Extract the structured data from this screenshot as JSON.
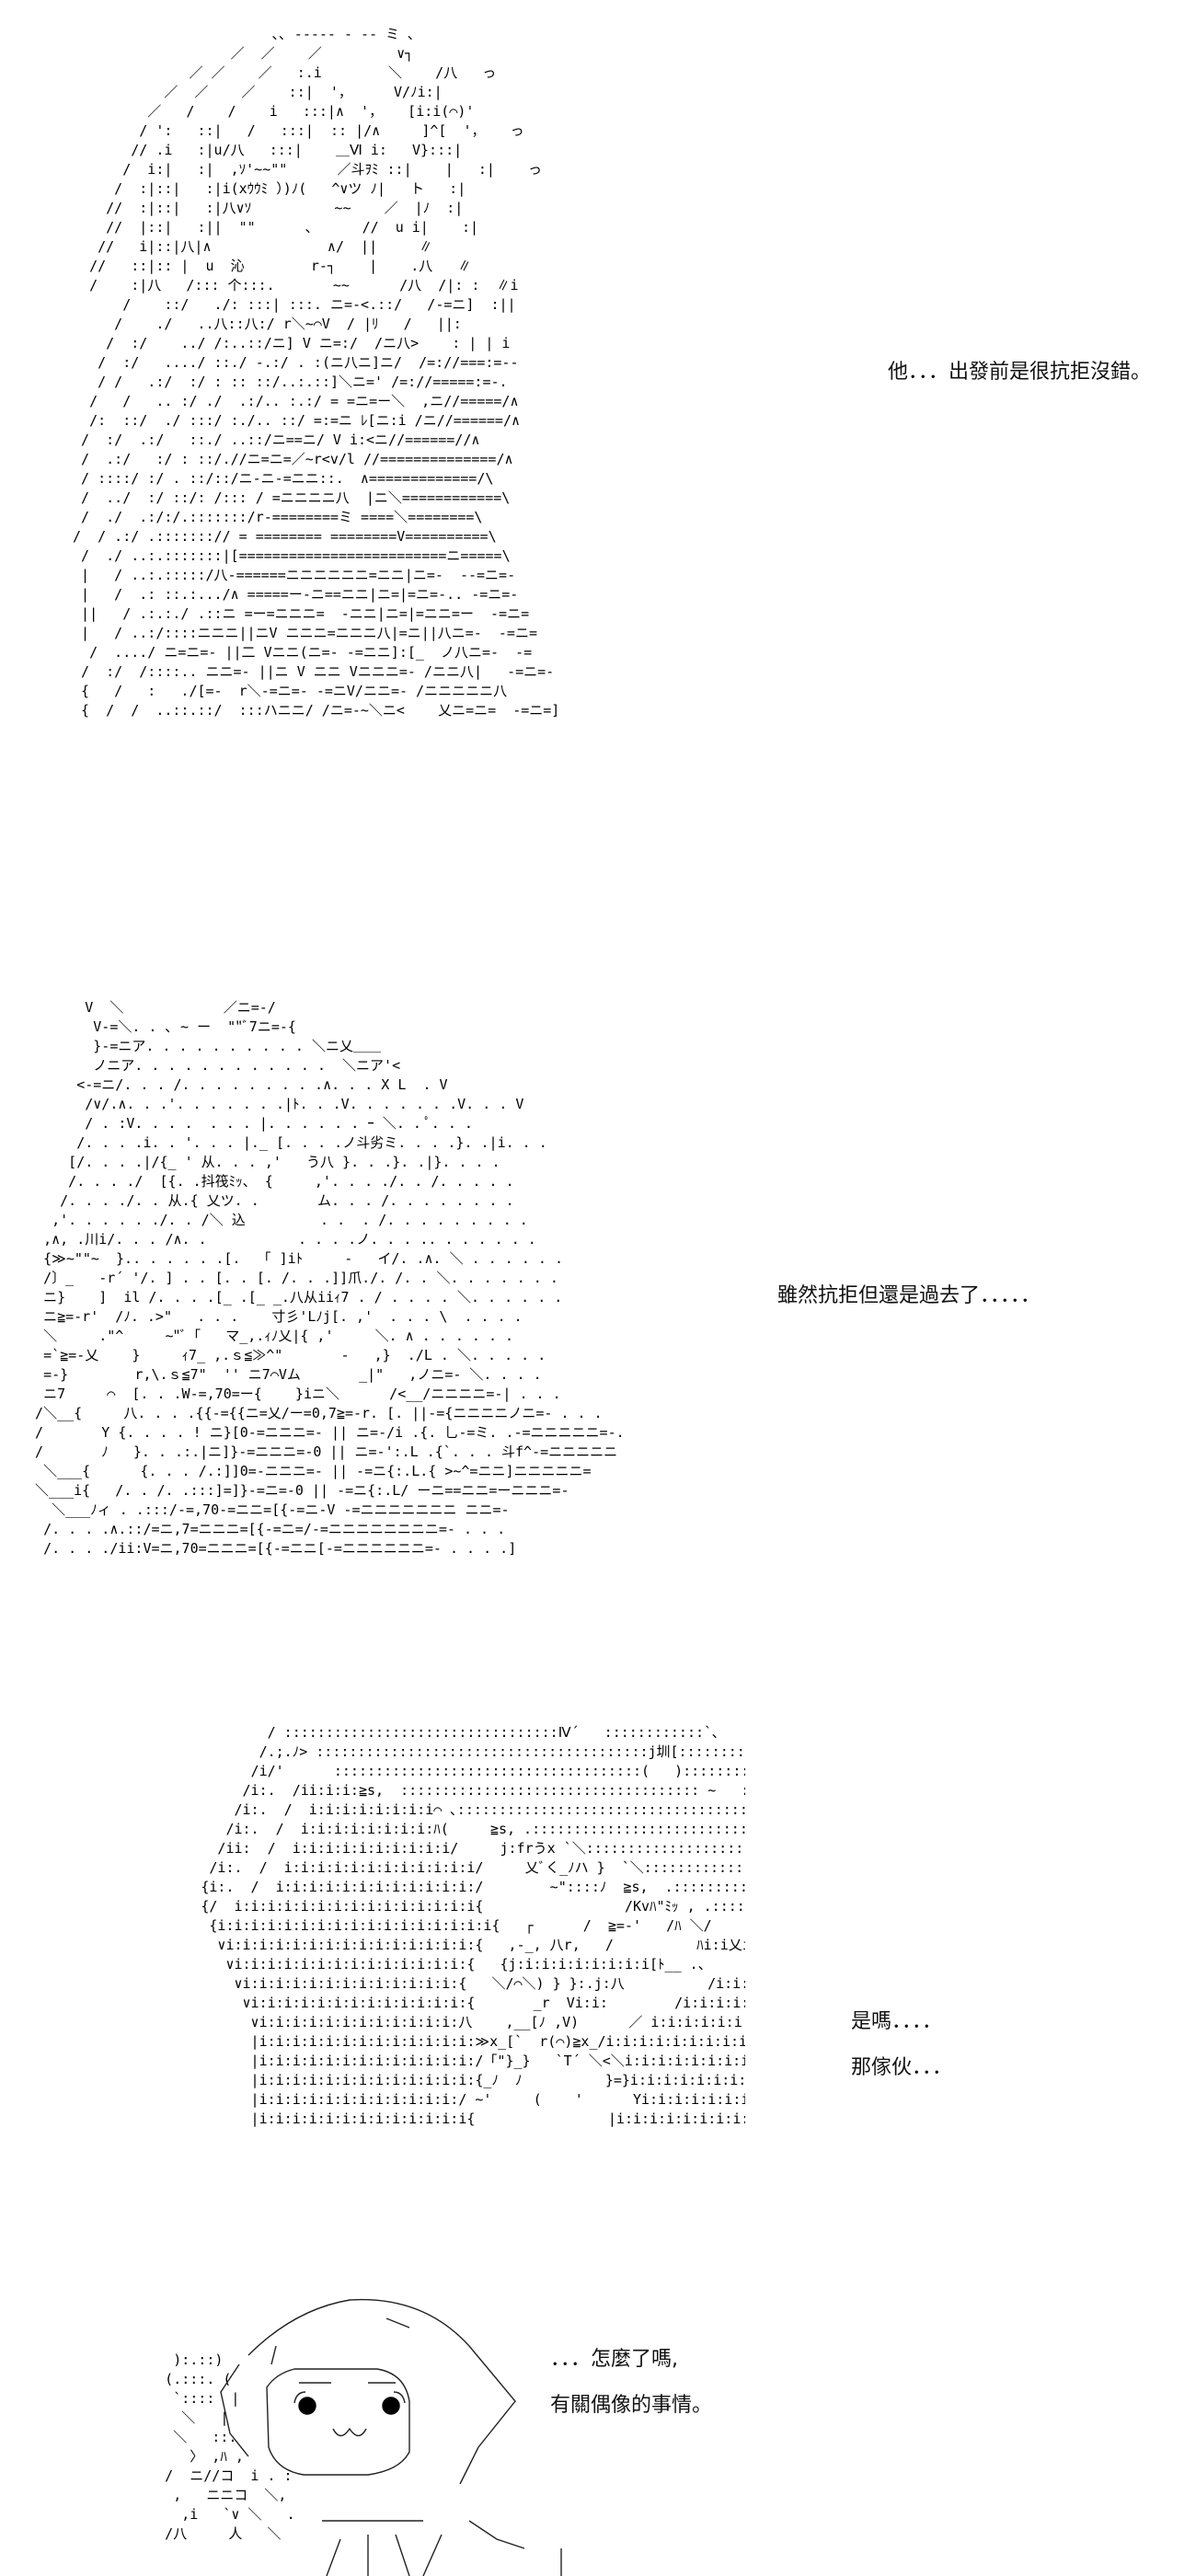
{
  "panels": [
    {
      "id": "panel-1",
      "dialogue": [
        "他．．．出發前是很抗拒沒錯。"
      ],
      "art_lines": [
        "                         ､､ -‐‐‐‐ ‐ ‐- ミ ､",
        "                    ／  ／    ／         ∨┐",
        "               ／ ／    ／   :.i        ＼    /八   っ",
        "            ／  ／    ／    ::|  '，     V/ﾉi:|",
        "          ／   /    /    i   :::|∧  '，   [i:i(⌒)'",
        "         / ':   ::|   /   :::|  :: |/∧     ]^[  '，   っ",
        "        // .i   :|u/八   :::|    ＿Ⅵ i:   V}:::|",
        "       /  i:|   :|  ,ｿ'~~\"\"      ／斗ｦﾐ ::|    |   :|    っ",
        "      /  :|::|   :|i(xｳｳﾐ ）)ﾉ(   ^∨ツ ﾉ|   ト   :|",
        "     //  :|::|   :|八∨ｿ          ~~    ／  |ﾉ  :|",
        "     //  |::|   :||  \"\"      ､      //  u i|    :|",
        "    //   i|::|八|∧              ∧/  ||     ∥",
        "   //   ::|:: |  u  沁        r‐┐    |    .八   ∥",
        "   /    :|八   /::: 个:::.       ~~      /八  /|: :  ∥i",
        "       /    ::/   ./: :::| :::. ニ=-<.::/   /-=ニ]  :||",
        "      /    ./   ..八::八:/ r＼~⌒V  / |ﾘ   /   ||:",
        "     /  :/    ../ /:..::/ニ] V ニ=:/  /ニ八>    : | | i",
        "    /  :/   ..../ ::./ -.:/ . :(ニ八ニ]ニ/  /=://===:=--",
        "    / /   .:/  :/ : :: ::/..:.::]＼ニ=' /=://=====:=-.",
        "   /   /   .. :/ ./  .:/.. :.:/ = =ニ=ー＼  ,ニ//=====/∧",
        "   /:  ::/  ./ :::/ :./.. ::/ =:=ニ ﾚ[ニ:i /ニ//======/∧",
        "  /  :/  .:/   ::./ ..::/ニ==ニ/ V i:<ニ//======//∧",
        "  /  .:/   :/ : ::/.//ニ=ニ=／~r<v/l //==============/∧",
        "  / ::::/ :/ . ::/::/ニ-ニ-=ニニ::.  ∧=============/\\",
        "  /  ../  :/ ::/: /::: / =ニニニニ八  |ニ＼============\\",
        "  /  ./  .:/:/.:::::::/r‐========ミ ====＼========\\",
        " /  / .:/ .:::::::// = ======== ========V==========\\",
        "  /  ./ ..:.:::::::|[=========================ニ=====\\",
        "  |   / ..:.:::::/八-======ニニニニニニ=ニニ|ニ=-  --=ニ=-",
        "  |   /  .: ::.:.../∧ =====ー-ニ==ニニ|ニ=|=ニ=-.. -=ニ=-",
        "  ||   / .:.:./ .::ニ =ー=ニニニ=  -ニニ|ニ=|=ニニ=ー  -=ニ=",
        "  |   / ..:/::::ニニニ||ニV ニニニ=ニニニ八|=ニ||八ニ=-  -=ニ=",
        "   /  ..../ ニ=ニ=- ||二 Vニニ(ニ=- -=ニニ]:[_  ノ八ニ=-  -=",
        "  /  :/  /::::.. ニニ=- ||ニ V ニニ Vニニニ=- /ニニ八|   -=ニ=-",
        "  {   /   :   ./[=-  r＼-=ニ=- -=ニV/ニニ=- /ニニニニニ八",
        "  {  /  /  ..::.::/  :::ハニニ/ /ニ=-~＼ニ<    乂ニ=ニ=  -=ニ=]"
      ]
    },
    {
      "id": "panel-2",
      "dialogue": [
        "雖然抗拒但還是過去了．．．．．"
      ],
      "art_lines": [
        "        V  ＼            ／ニ=-/",
        "         V-=＼. . ､ ~ ー  \"\"ﾞ7ニ=-{",
        "         }-=ニア. . . . . . . . . . ＼ニ乂＿＿",
        "         ノニア. . . . . . . . . . . .  ＼ニア'<",
        "       <-=ニ/. . . /. . . . . . . . .∧. . . X L  . V",
        "        /∨/.∧. . .'. . . . . . .|ﾄ. . .V. . . . . . .V. . . V",
        "        / . :V. . . .  . . . |. . . . . . ｰ ＼. . ﾟ. . .",
        "       /. . . .i. . '. . . |._ [. . . .ノ斗劣ミ. . . .}. .|i. . .",
        "      [/. . . .|/{_ ' 从. . . ,'   う八 }. . .}. .|}. . . .",
        "      /. . . ./  [{. .抖筏ﾐｯ、 {     ,'. . . ./. . /. . . . .",
        "     /. . . ./. . 从.{ 乂ツ. .       ム. . . /. . . . . . . .",
        "    ,'. . . . . ./. . /＼ 込         . .  . /. . . . . . . . .",
        "   ,∧, .川i/. . . /∧. .           . . . .ノ. . . .. . . . . . .",
        "   {≫~\"\"~  }.. . . . . .[.  「 ]iﾄ     -   イ/. .∧. ＼ . . . . . .",
        "   /〕_   ‐r´ '/. ] . . [. . [. /. . .]]爪./. /. . ＼. . . . . . .",
        "   ニ}    ]  il /. . . .[_ .[_ _.八从iiｨ7 . / . . . . ＼. . . . . .",
        "   ニ≧=‐r'  /ﾉ. .>\"   . . .    寸彡'Lﾉj[. ,'  . . . \\  . . . .",
        "   ＼     .\"^     ~\"ﾞ「   マ_,.ｨﾉ乂|{ ,'     ＼. ∧ . . . . . .",
        "   =`≧=-乂    }     ｨ7_ ,.ｓ≦≫^\"       -   ,}  ./L . ＼. . . . .",
        "   =-}        r,\\.ｓ≦7\"  '' ニ7⌒Vム       _|\"   ,ノニ=- ＼. . . .",
        "   ニ7     ⌒  [. . .W-=,70=ー{    }iニ＼      /<__/ニニニニ=-| . . .",
        "  /＼__{     八. . . .{{-={{ニ=乂/ー=0,7≧=-r. [. ||-={ニニニニノニ=- . . .",
        "  /       Y {. . . . ! ニ}[0-=ニニニ=‐ || ニ=-/i .{. 乚-=ミ. .-=ニニニニニ=-.",
        "  /       ﾉ   }. . .:.|ニ]}-=ニニニ=-0 || ニ=-':.L .{`. . . 斗f^-=ニニニニニ",
        "   ＼___{      {. . . /.:]]0=-ニニニ=‐ || -=ニ{:.L.{ >~^=ニニ]ニニニニニ=",
        "  ＼___i{   /. . /. .:::]=]}-=ニ=-0 || -=ニ{:.L/ ーニ==ニニ=ーニニニ=-",
        "    ＼___ﾉィ . .:::/-=,70-=ニニ=[{-=ニ-V -=ニニニニニニニ ニニ=-",
        "   /. . . .∧.::/=ニ,7=ニニニ=[{-=ニ=/-=ニニニニニニニニ=- . . .",
        "   /. . . ./ii:V=ニ,70=ニニニ=[{-=ニニ[-=ニニニニニニ=- . . . .]"
      ]
    },
    {
      "id": "panel-3",
      "dialogue": [
        "是嗎．．．．",
        "那傢伙．．．"
      ],
      "art_lines": [
        "                    / :::::::::::::::::::::::::::::::::Ⅳ´   ::::::::::::`､",
        "                   /.;.ﾉ> ::::::::::::::::::::::::::::::::::::::::j圳[::::::::::::::::::::::∧",
        "                  /i/'      :::::::::::::::::::::::::::::::::::::(   ):::::::::::::::::::::::::::::::::∧",
        "                 /i:.  /ii:i:i:≧s,  :::::::::::::::::::::::::::::::::::: ~   ::::::::::::::::::::::::::::::∧",
        "                /i:.  /  i:i:i:i:i:i:i:i⌒ ､:::::::::::::::::::::::::::::::::::::::::::::::::::::::::.:.:}",
        "               /i:.  /  i:i:i:i:i:i:i:i:ﾊ(     ≧s, .::::::::::::::::::::::::::::::::::::::::::ﾉ",
        "              /ii:  /  i:i:i:i:i:i:i:i:i:i/     j:frうx `＼:::::::::::::::::::::::::::::::::::::ﾉ",
        "             /i:.  /  i:i:i:i:i:i:i:i:i:i:i:i/     乂ﾞく_ﾉハ }  `＼:::::::::::::::::::::::::::/",
        "            {i:.  /  i:i:i:i:i:i:i:i:i:i:i:i:/        ~\"::::ﾉ  ≧s,  .::::::::::::::/",
        "            {/  i:i:i:i:i:i:i:i:i:i:i:i:i:i:i{                 /Kvﾊ\"ﾐｯ , .::::::/",
        "             {i:i:i:i:i:i:i:i:i:i:i:i:i:i:i:i:i{   ┌      /  ≧=‐'   /ﾊ ＼/",
        "              ∨i:i:i:i:i:i:i:i:i:i:i:i:i:i:i:{   ,-_, 八r,   /          ﾊi:i乂i:`",
        "               ∨i:i:i:i:i:i:i:i:i:i:i:i:i:i:{   {j:i:i:i:i:i:i:i:i[ﾄ__ .、         /i:i:i:i:i:i:i:i:i:i",
        "                ∨i:i:i:i:i:i:i:i:i:i:i:i:i:{   ＼/⌒＼) } }:.j:八          /i:i:i:i:i:i:i:i:i:i:i",
        "                 ∨i:i:i:i:i:i:i:i:i:i:i:i:i:{       _r  Vi:i:        /i:i:i:i:i:i:i:i:i:i:i:i:i:ﾉ",
        "                  ∨i:i:i:i:i:i:i:i:i:i:i:i:八    ,__[ﾉ ,V)      ／ i:i:i:i:i:i:i:i:i:i:i:r‐‐┐八",
        "                  |i:i:i:i:i:i:i:i:i:i:i:i:i:≫x_[`  r(⌒)≧x_/i:i:i:i:i:i:i:i:i:i:i:i[,,,,,,,,,,i/i:i:i:i)",
        "                  |i:i:i:i:i:i:i:i:i:i:i:i:i:/「\"}_}   `T´ ＼<＼i:i:i:i:i:i:i:i:i:i:i:i:i:{i:i:i)i:i＼",
        "                  |i:i:i:i:i:i:i:i:i:i:i:i:i:{_ﾉ  ﾉ          }=}i:i:i:i:i:i:i:i:i:i:i:i:i:八i:{＼i:i:i:i",
        "                  |i:i:i:i:i:i:i:i:i:i:i:i:/ ~'     (    '      Yi:i:i:i:i:i:i:i:i:i:i/  ﾉ\\    }i:i:i}",
        "                  |i:i:i:i:i:i:i:i:i:i:i:i:i{                |i:i:i:i:i:i:i:i:i:i:i:/           ﾉi:i:ﾉ"
      ]
    },
    {
      "id": "panel-4",
      "dialogue": [
        "．．．怎麼了嗎,",
        "有關偶像的事情。"
      ],
      "art_lines": [
        "       ):.::)",
        "      (.:::. (",
        "       `::::  |",
        "        ＼   |",
        "       ＼   ::.",
        "         〉 ,ﾊ ,",
        "      /  ニ//コ  i . :",
        "       ,   ニニコ  ＼,",
        "        ,i   `∨ ＼   .  |",
        "      /八     人   ＼"
      ]
    }
  ]
}
